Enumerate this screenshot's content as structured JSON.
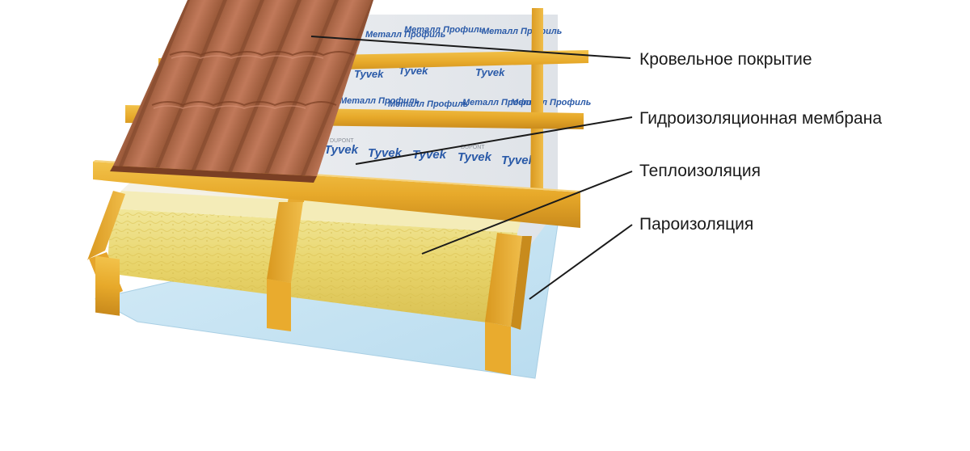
{
  "diagram": {
    "labels": {
      "roofing": "Кровельное покрытие",
      "membrane": "Гидроизоляционная мембрана",
      "insulation": "Теплоизоляция",
      "vapor_barrier": "Пароизоляция"
    },
    "membrane_prints": {
      "brand_a": "Tyvek",
      "brand_b": "Металл Профиль",
      "maker": "DUPONT"
    }
  }
}
